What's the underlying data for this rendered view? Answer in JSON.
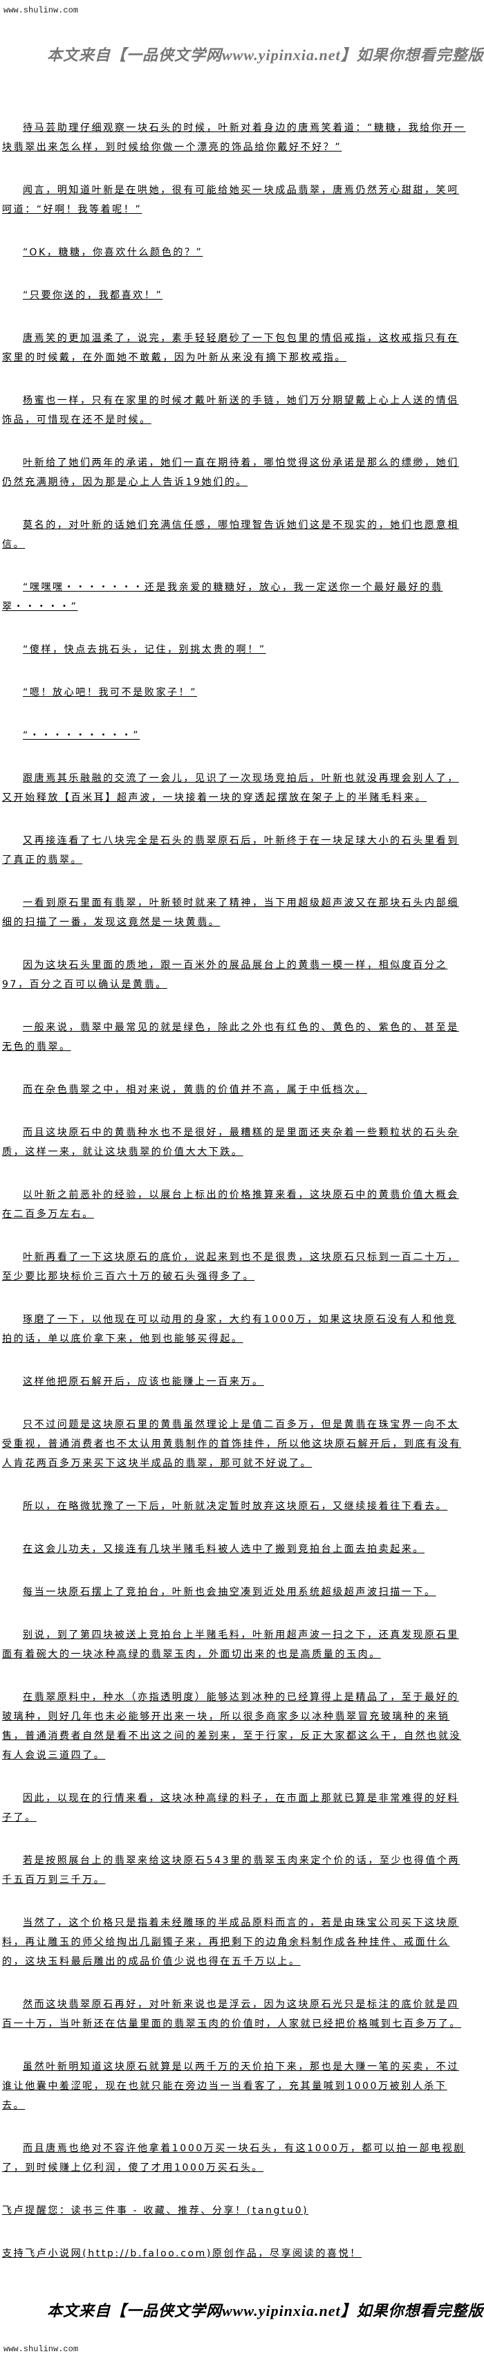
{
  "header": {
    "site": "www.shulinw.com",
    "banner": "本文来自【一品侠文学网www.yipinxia.net】如果你想看完整版小说，请"
  },
  "paragraphs": [
    "待马芸助理仔细观察一块石头的时候，叶新对着身边的唐焉笑着道：“糖糖，我给你开一块翡翠出来怎么样，到时候给你做一个漂亮的饰品给你戴好不好？”",
    "闻言，明知道叶新是在哄她，很有可能给她买一块成品翡翠，唐焉仍然芳心甜甜，笑呵呵道：“好啊！我等着呢！”",
    "“OK，糖糖，你喜欢什么颜色的？”",
    "“只要你送的，我都喜欢！”",
    "唐焉笑的更加温柔了，说完，素手轻轻磨砂了一下包包里的情侣戒指，这枚戒指只有在家里的时候戴，在外面她不敢戴，因为叶新从来没有摘下那枚戒指。",
    "杨蜜也一样，只有在家里的时候才戴叶新送的手链，她们万分期望戴上心上人送的情侣饰品，可惜现在还不是时候。",
    "叶新给了她们两年的承诺，她们一直在期待着，哪怕觉得这份承诺是那么的缥缈，她们仍然充满期待，因为那是心上人告诉19她们的。",
    "莫名的，对叶新的话她们充满信任感，哪怕理智告诉她们这是不现实的，她们也愿意相信。",
    "“嘿嘿嘿・・・・・・・还是我亲爱的糖糖好，放心，我一定送你一个最好最好的翡翠・・・・・”",
    "“傻样，快点去挑石头，记住，别挑太贵的啊！”",
    "“嗯！放心吧！我可不是败家子！”",
    "“・・・・・・・・・”",
    "跟唐焉其乐融融的交流了一会儿，见识了一次现场竞拍后，叶新也就没再理会别人了，又开始释放【百米耳】超声波，一块接着一块的穿透起摆放在架子上的半赌毛料来。",
    "又再接连看了七八块完全是石头的翡翠原石后，叶新终于在一块足球大小的石头里看到了真正的翡翠。",
    "一看到原石里面有翡翠，叶新顿时就来了精神，当下用超级超声波又在那块石头内部细细的扫描了一番，发现这竟然是一块黄翡。",
    "因为这块石头里面的质地，跟一百米外的展品展台上的黄翡一模一样，相似度百分之97，百分之百可以确认是黄翡。",
    "一般来说，翡翠中最常见的就是绿色，除此之外也有红色的、黄色的、紫色的、甚至是无色的翡翠。",
    "而在杂色翡翠之中，相对来说，黄翡的价值并不高，属于中低档次。",
    "而且这块原石中的黄翡种水也不是很好，最糟糕的是里面还夹杂着一些颗粒状的石头杂质，这样一来，就让这块翡翠的价值大大下跌。",
    "以叶新之前恶补的经验，以展台上标出的价格推算来看，这块原石中的黄翡价值大概会在二百多万左右。",
    "叶新再看了一下这块原石的底价，说起来到也不是很贵，这块原石只标到一百二十万，至少要比那块标价三百六十万的破石头强得多了。",
    "琢磨了一下，以他现在可以动用的身家，大约有1000万，如果这块原石没有人和他竞拍的话，单以底价拿下来，他到也能够买得起。",
    "这样他把原石解开后，应该也能赚上一百来万。",
    "只不过问题是这块原石里的黄翡虽然理论上是值二百多万，但是黄翡在珠宝界一向不太受重视，普通消费者也不太认用黄翡制作的首饰挂件，所以他这块原石解开后，到底有没有人肯花两百多万来买下这块半成品的翡翠，那可就不好说了。",
    "所以，在略微犹豫了一下后，叶新就决定暂时放弃这块原石，又继续接着往下看去。",
    "在这会儿功夫，又接连有几块半赌毛料被人选中了搬到竞拍台上面去拍卖起来。",
    "每当一块原石摆上了竞拍台，叶新也会抽空凑到近处用系统超级超声波扫描一下。",
    "别说，到了第四块被送上竞拍台上半赌毛料，叶新用超声波一扫之下，还真发现原石里面有着碗大的一块冰种高绿的翡翠玉肉，外面切出来的也是高质量的玉肉。",
    "在翡翠原料中，种水（亦指透明度）能够达到冰种的已经算得上是精品了，至于最好的玻璃种，则好几年也未必能够开出来一块，所以很多商家多以冰种翡翠冒充玻璃种的来销售，普通消费者自然是看不出这之间的差别来，至于行家，反正大家都这么干，自然也就没有人会说三道四了。",
    "因此，以现在的行情来看，这块冰种高绿的料子，在市面上那就已算是非常难得的好料子了。",
    "若是按照展台上的翡翠来给这块原石543里的翡翠玉肉来定个价的话，至少也得值个两千五百万到三千万。",
    "当然了，这个价格只是指着未经雕琢的半成品原料而言的，若是由珠宝公司买下这块原料，再让雕玉的师父给掏出几副镯子来，再把剩下的边角余料制作成各种挂件、戒面什么的，这块玉料最后雕出的成品价值少说也得在五千万以上。",
    "然而这块翡翠原石再好，对叶新来说也是浮云，因为这块原石光只是标注的底价就是四百一十万，当叶新还在估量里面的翡翠玉肉的价值时，人家就已经把价格喊到七百多万了。",
    "虽然叶新明知道这块原石就算是以两千万的天价拍下来，那也是大赚一笔的买卖，不过谁让他囊中羞涩呢，现在也就只能在旁边当一当看客了，充其量喊到1000万被别人杀下去。",
    "而且唐焉也绝对不容许他拿着1000万买一块石头，有这1000万，都可以拍一部电视剧了，到时候赚上亿利润，傻了才用1000万买石头。"
  ],
  "footer": {
    "reminder": "飞卢提醒您：读书三件事 - 收藏、推荐、分享！(tangtu0)",
    "support": "支持飞卢小说网(http://b.faloo.com)原创作品，尽享阅读的喜悦！",
    "banner": "本文来自【一品侠文学网www.yipinxia.net】如果你想看完整版小说，请",
    "site": "www.shulinw.com"
  }
}
